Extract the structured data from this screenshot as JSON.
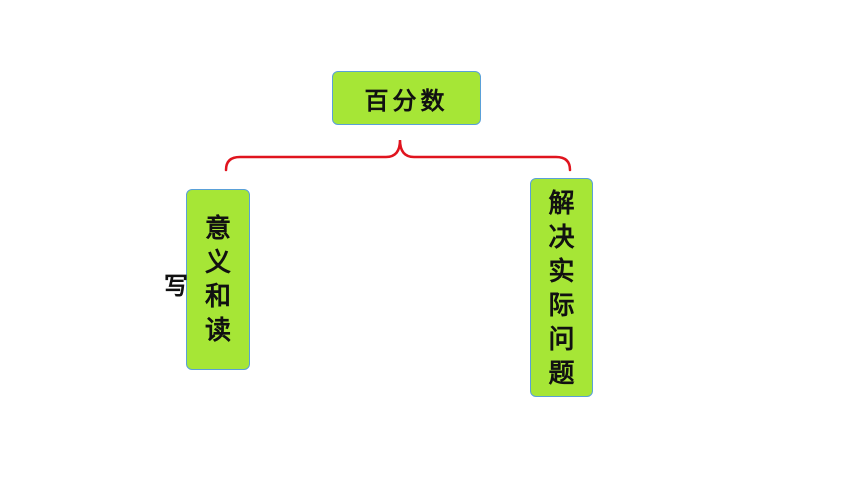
{
  "diagram": {
    "root": {
      "label": "百分数"
    },
    "children": [
      {
        "id": "left",
        "label": "意义和读"
      },
      {
        "id": "right",
        "label": "解决实际问题"
      }
    ],
    "outside_label": "写",
    "colors": {
      "box_fill": "#a6e636",
      "box_border": "#5aa0d8",
      "brace": "#e0141e",
      "text": "#111111"
    }
  }
}
